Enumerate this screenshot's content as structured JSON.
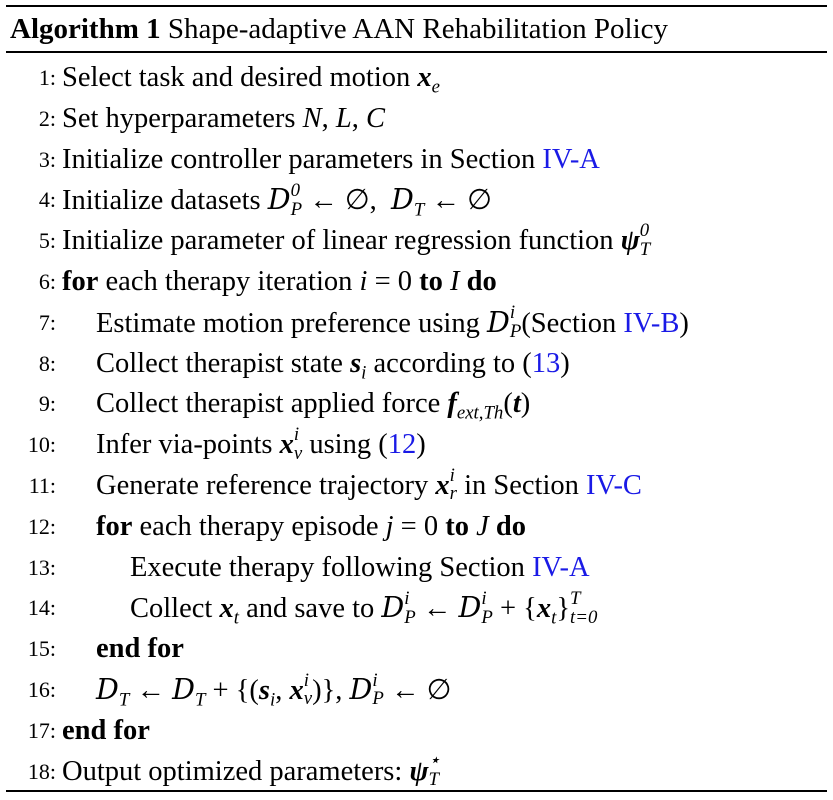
{
  "header": {
    "label": "Algorithm 1",
    "title": "Shape-adaptive AAN Rehabilitation Policy"
  },
  "lines": [
    {
      "num": "1:",
      "text": "Select task and desired motion"
    },
    {
      "num": "2:",
      "text": "Set hyperparameters"
    },
    {
      "num": "3:",
      "text": "Initialize controller parameters in Section",
      "ref": "IV-A"
    },
    {
      "num": "4:",
      "text": "Initialize datasets"
    },
    {
      "num": "5:",
      "text": "Initialize parameter of linear regression function"
    },
    {
      "num": "6:",
      "kw1": "for",
      "text": "each therapy iteration",
      "kw2": "to",
      "kw3": "do"
    },
    {
      "num": "7:",
      "text": "Estimate motion preference using",
      "paren_open": "(Section ",
      "ref": "IV-B",
      "paren_close": ")"
    },
    {
      "num": "8:",
      "text": "Collect therapist state",
      "text2": "according to (",
      "ref": "13",
      "close": ")"
    },
    {
      "num": "9:",
      "text": "Collect therapist applied force"
    },
    {
      "num": "10:",
      "text": "Infer via-points",
      "text2": "using (",
      "ref": "12",
      "close": ")"
    },
    {
      "num": "11:",
      "text": "Generate reference trajectory",
      "text2": "in Section",
      "ref": "IV-C"
    },
    {
      "num": "12:",
      "kw1": "for",
      "text": "each therapy episode",
      "kw2": "to",
      "kw3": "do"
    },
    {
      "num": "13:",
      "text": "Execute therapy following Section",
      "ref": "IV-A"
    },
    {
      "num": "14:",
      "text": "Collect",
      "text2": "and save to"
    },
    {
      "num": "15:",
      "kw1": "end for"
    },
    {
      "num": "16:",
      "text": ""
    },
    {
      "num": "17:",
      "kw1": "end for"
    },
    {
      "num": "18:",
      "text": "Output optimized parameters:"
    }
  ]
}
